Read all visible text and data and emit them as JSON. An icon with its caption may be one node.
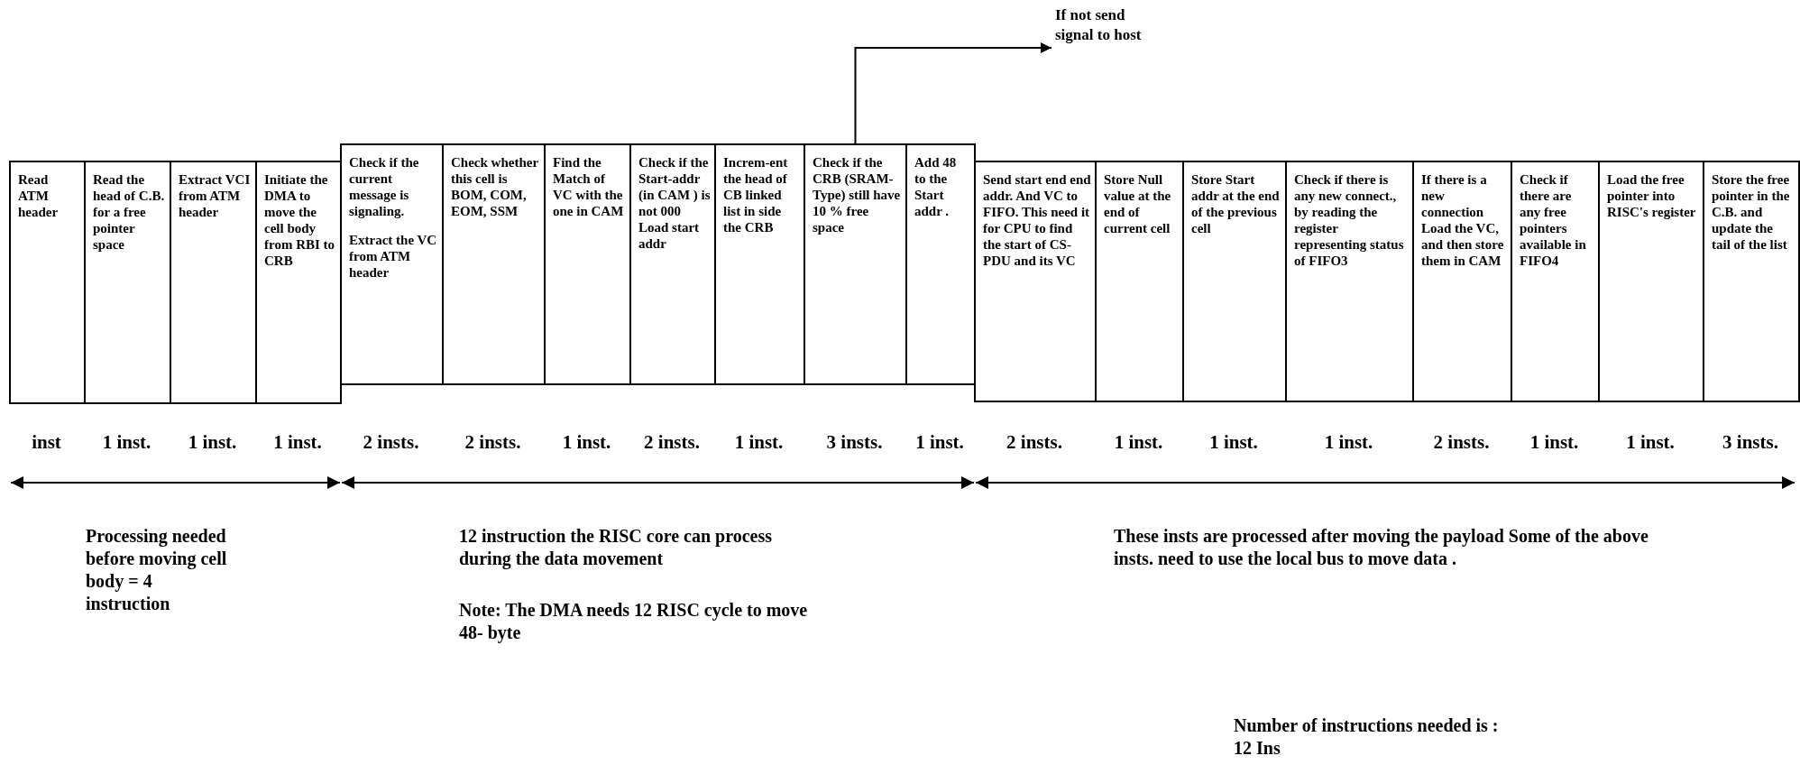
{
  "diagram": {
    "nodes": [
      {
        "text": [
          "Read ATM header"
        ],
        "beside": [
          "inst"
        ]
      },
      {
        "text": [
          "Read the head of C.B. for a free pointer space"
        ],
        "beside": [
          "1 inst."
        ]
      },
      {
        "text": [
          "Extract VCI from ATM header"
        ],
        "beside": [
          "1 inst."
        ]
      },
      {
        "text": [
          "Initiate the DMA to move the cell body from RBI to CRB"
        ],
        "beside": [
          "1 inst."
        ]
      },
      {
        "text": [
          "Check if the current message is signaling.",
          "Extract the VC from ATM header"
        ],
        "beside": [
          "2 insts."
        ]
      },
      {
        "text": [
          "Check whether this cell is BOM, COM, EOM, SSM"
        ],
        "beside": [
          "2 insts."
        ]
      },
      {
        "text": [
          "Find the Match of VC with the one in CAM"
        ],
        "beside": [
          "1 inst."
        ]
      },
      {
        "text": [
          "Check if the Start-addr (in CAM ) is not 000 Load start addr"
        ],
        "beside": [
          "2 insts."
        ]
      },
      {
        "text": [
          "Increm-ent the head of CB linked list in side the CRB"
        ],
        "beside": [
          "1 inst."
        ]
      },
      {
        "text": [
          "Check if the CRB (SRAM-Type) still have 10 % free space"
        ],
        "beside": [
          "3 insts."
        ]
      },
      {
        "text": [
          "Add 48 to the Start addr ."
        ],
        "beside": [
          "1 inst."
        ]
      },
      {
        "text": [
          "Send start end end addr. And VC to FIFO. This need it for CPU to find the start of CS-PDU and its VC"
        ],
        "beside": [
          "2 insts."
        ]
      },
      {
        "text": [
          "Store Null value at the end of current cell"
        ],
        "beside": [
          "1 inst."
        ]
      },
      {
        "text": [
          "Store Start addr at the end of the previous cell"
        ],
        "beside": [
          "1 inst."
        ]
      },
      {
        "text": [
          "Check if there is any new connect., by reading the register representing status of FIFO3"
        ],
        "beside": [
          "1 inst."
        ]
      },
      {
        "text": [
          "If there is a new connection Load the VC, and then store them in CAM"
        ],
        "beside": [
          "2 insts."
        ]
      },
      {
        "text": [
          "Check if there are any free pointers available in FIFO4"
        ],
        "beside": [
          "1 inst."
        ]
      },
      {
        "text": [
          "Load the free pointer into RISC's register"
        ],
        "beside": [
          "1 inst."
        ]
      },
      {
        "text": [
          "Store the free pointer in the C.B. and update the tail of the list"
        ],
        "beside": [
          "3 insts."
        ]
      },
      {
        "text": [
          "If not send signal to host"
        ]
      }
    ],
    "edges": [
      {
        "from": 9,
        "to": 19,
        "arrow": "to"
      }
    ],
    "labels": [
      "Processing needed before moving cell body = 4 instruction",
      "12 instruction the RISC core can process during the data movement",
      "Note: The DMA needs 12 RISC cycle to move 48- byte",
      "These insts are processed after moving the payload Some of the above insts. need to use the local bus to move data .",
      "Number of instructions needed is : 12 Ins"
    ]
  }
}
